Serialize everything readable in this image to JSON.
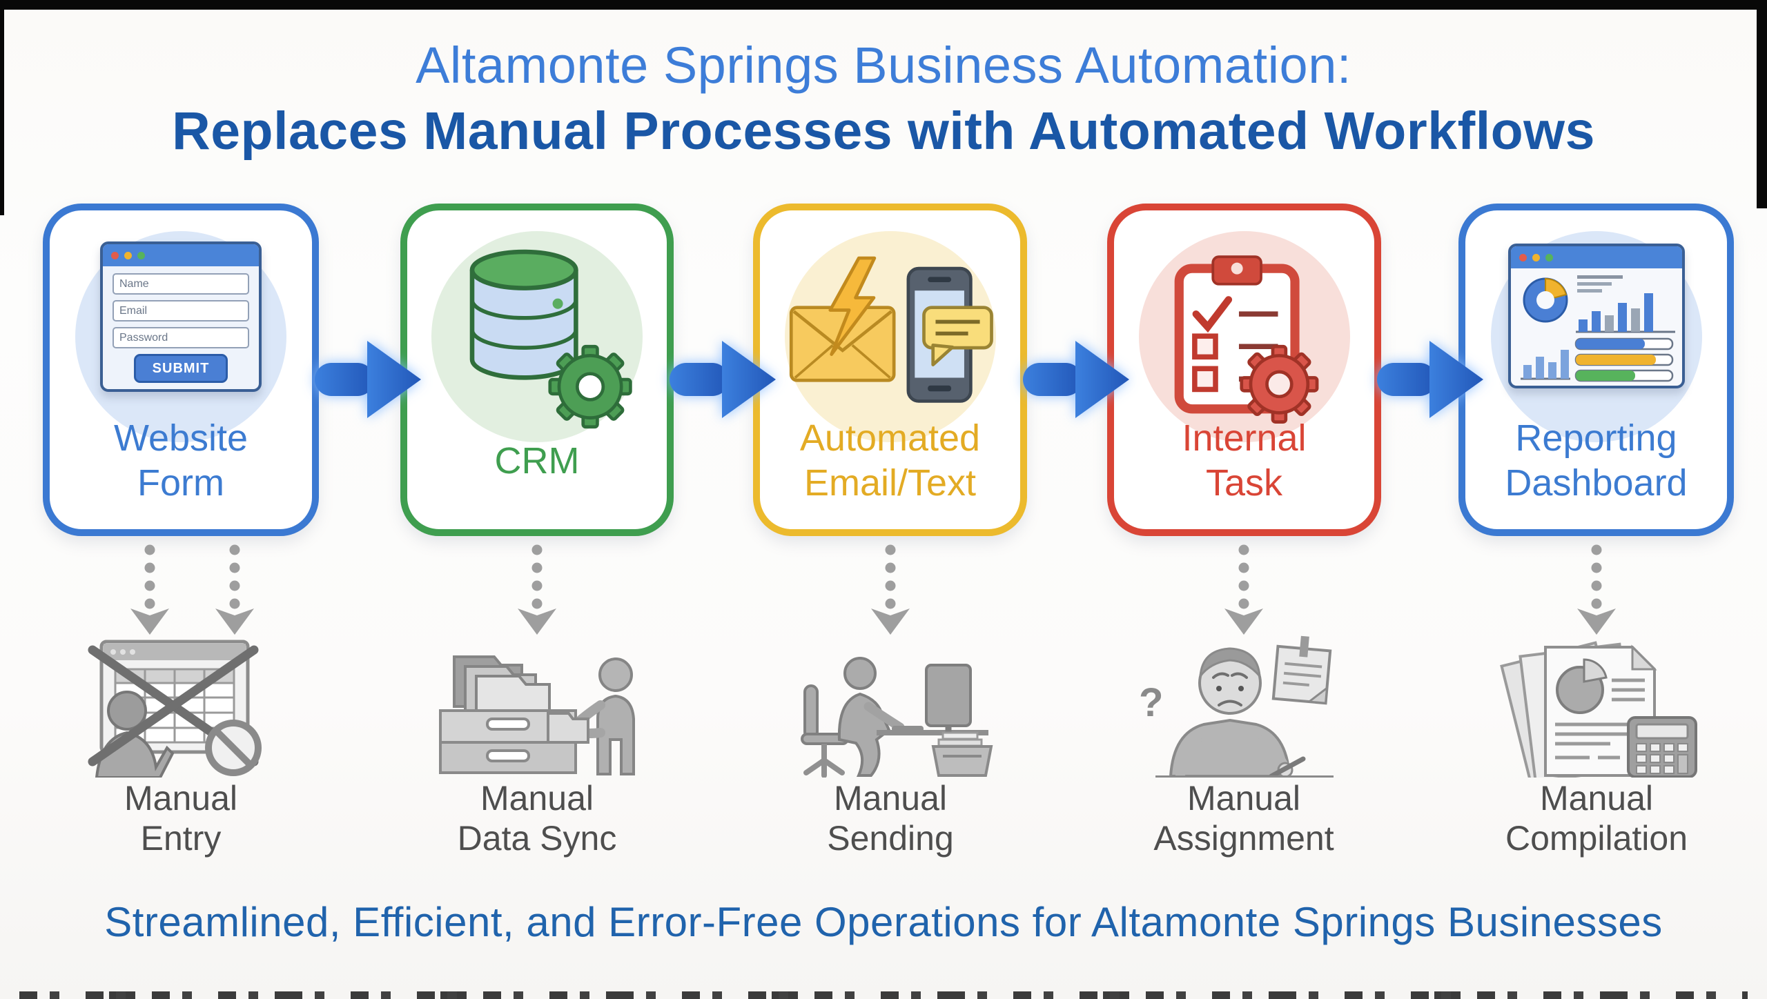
{
  "title": {
    "line1": "Altamonte Springs Business Automation:",
    "line2": "Replaces Manual Processes with Automated Workflows"
  },
  "stages": [
    {
      "label": "Website\nForm",
      "color": "#3b79d2",
      "icon": "website-form-icon",
      "form": {
        "fields": [
          "Name",
          "Email",
          "Password"
        ],
        "submit_label": "SUBMIT"
      }
    },
    {
      "label": "CRM",
      "color": "#3f9e4f",
      "icon": "crm-database-gear-icon"
    },
    {
      "label": "Automated\nEmail/Text",
      "color": "#ecba2d",
      "icon": "email-text-icon"
    },
    {
      "label": "Internal\nTask",
      "color": "#d94536",
      "icon": "task-clipboard-gear-icon"
    },
    {
      "label": "Reporting\nDashboard",
      "color": "#3b79d2",
      "icon": "dashboard-charts-icon"
    }
  ],
  "manual": [
    {
      "label": "Manual\nEntry",
      "icon": "manual-entry-illustration"
    },
    {
      "label": "Manual\nData Sync",
      "icon": "manual-data-sync-illustration"
    },
    {
      "label": "Manual\nSending",
      "icon": "manual-sending-illustration"
    },
    {
      "label": "Manual\nAssignment",
      "icon": "manual-assignment-illustration"
    },
    {
      "label": "Manual\nCompilation",
      "icon": "manual-compilation-illustration"
    }
  ],
  "footer": {
    "text": "Streamlined, Efficient, and Error-Free Operations for Altamonte Springs Businesses"
  },
  "colors": {
    "title_light_blue": "#3d7dd8",
    "title_dark_blue": "#1a57a6",
    "arrow_blue": "#2e6fce",
    "manual_gray": "#4e4e4e",
    "footer_blue": "#2063ac"
  }
}
